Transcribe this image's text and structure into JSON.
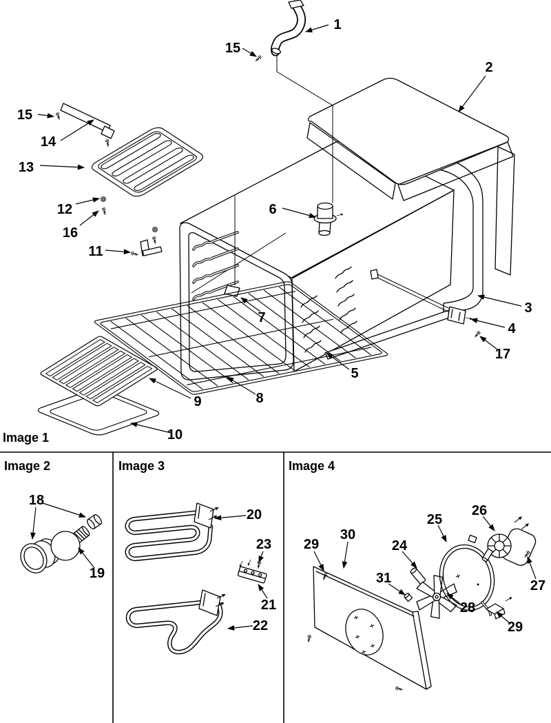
{
  "colors": {
    "ink": "#000000",
    "paper": "#ffffff"
  },
  "sections": {
    "image1": {
      "label": "Image 1",
      "callouts": [
        {
          "num": "1"
        },
        {
          "num": "15"
        },
        {
          "num": "2"
        },
        {
          "num": "15"
        },
        {
          "num": "14"
        },
        {
          "num": "13"
        },
        {
          "num": "12"
        },
        {
          "num": "16"
        },
        {
          "num": "11"
        },
        {
          "num": "6"
        },
        {
          "num": "7"
        },
        {
          "num": "3"
        },
        {
          "num": "4"
        },
        {
          "num": "17"
        },
        {
          "num": "5"
        },
        {
          "num": "8"
        },
        {
          "num": "9"
        },
        {
          "num": "10"
        }
      ]
    },
    "image2": {
      "label": "Image 2",
      "callouts": [
        {
          "num": "18"
        },
        {
          "num": "19"
        }
      ]
    },
    "image3": {
      "label": "Image 3",
      "callouts": [
        {
          "num": "20"
        },
        {
          "num": "23"
        },
        {
          "num": "21"
        },
        {
          "num": "22"
        }
      ]
    },
    "image4": {
      "label": "Image 4",
      "callouts": [
        {
          "num": "29"
        },
        {
          "num": "30"
        },
        {
          "num": "24"
        },
        {
          "num": "31"
        },
        {
          "num": "25"
        },
        {
          "num": "26"
        },
        {
          "num": "27"
        },
        {
          "num": "28"
        },
        {
          "num": "29"
        }
      ]
    }
  }
}
